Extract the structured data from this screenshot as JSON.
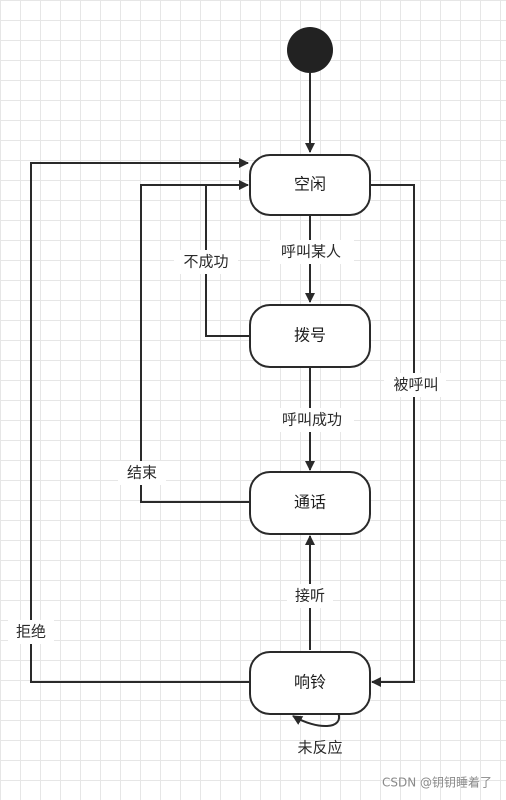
{
  "diagram": {
    "states": {
      "idle": "空闲",
      "dialing": "拨号",
      "talking": "通话",
      "ringing": "响铃"
    },
    "transitions": {
      "call_someone": "呼叫某人",
      "unsuccessful": "不成功",
      "call_success": "呼叫成功",
      "end": "结束",
      "called": "被呼叫",
      "answer": "接听",
      "reject": "拒绝",
      "no_response": "未反应"
    },
    "colors": {
      "line": "#2a2a2a",
      "initial_node": "#222222",
      "grid": "#e6e6e6"
    }
  },
  "watermark": "CSDN @钥钥睡着了"
}
